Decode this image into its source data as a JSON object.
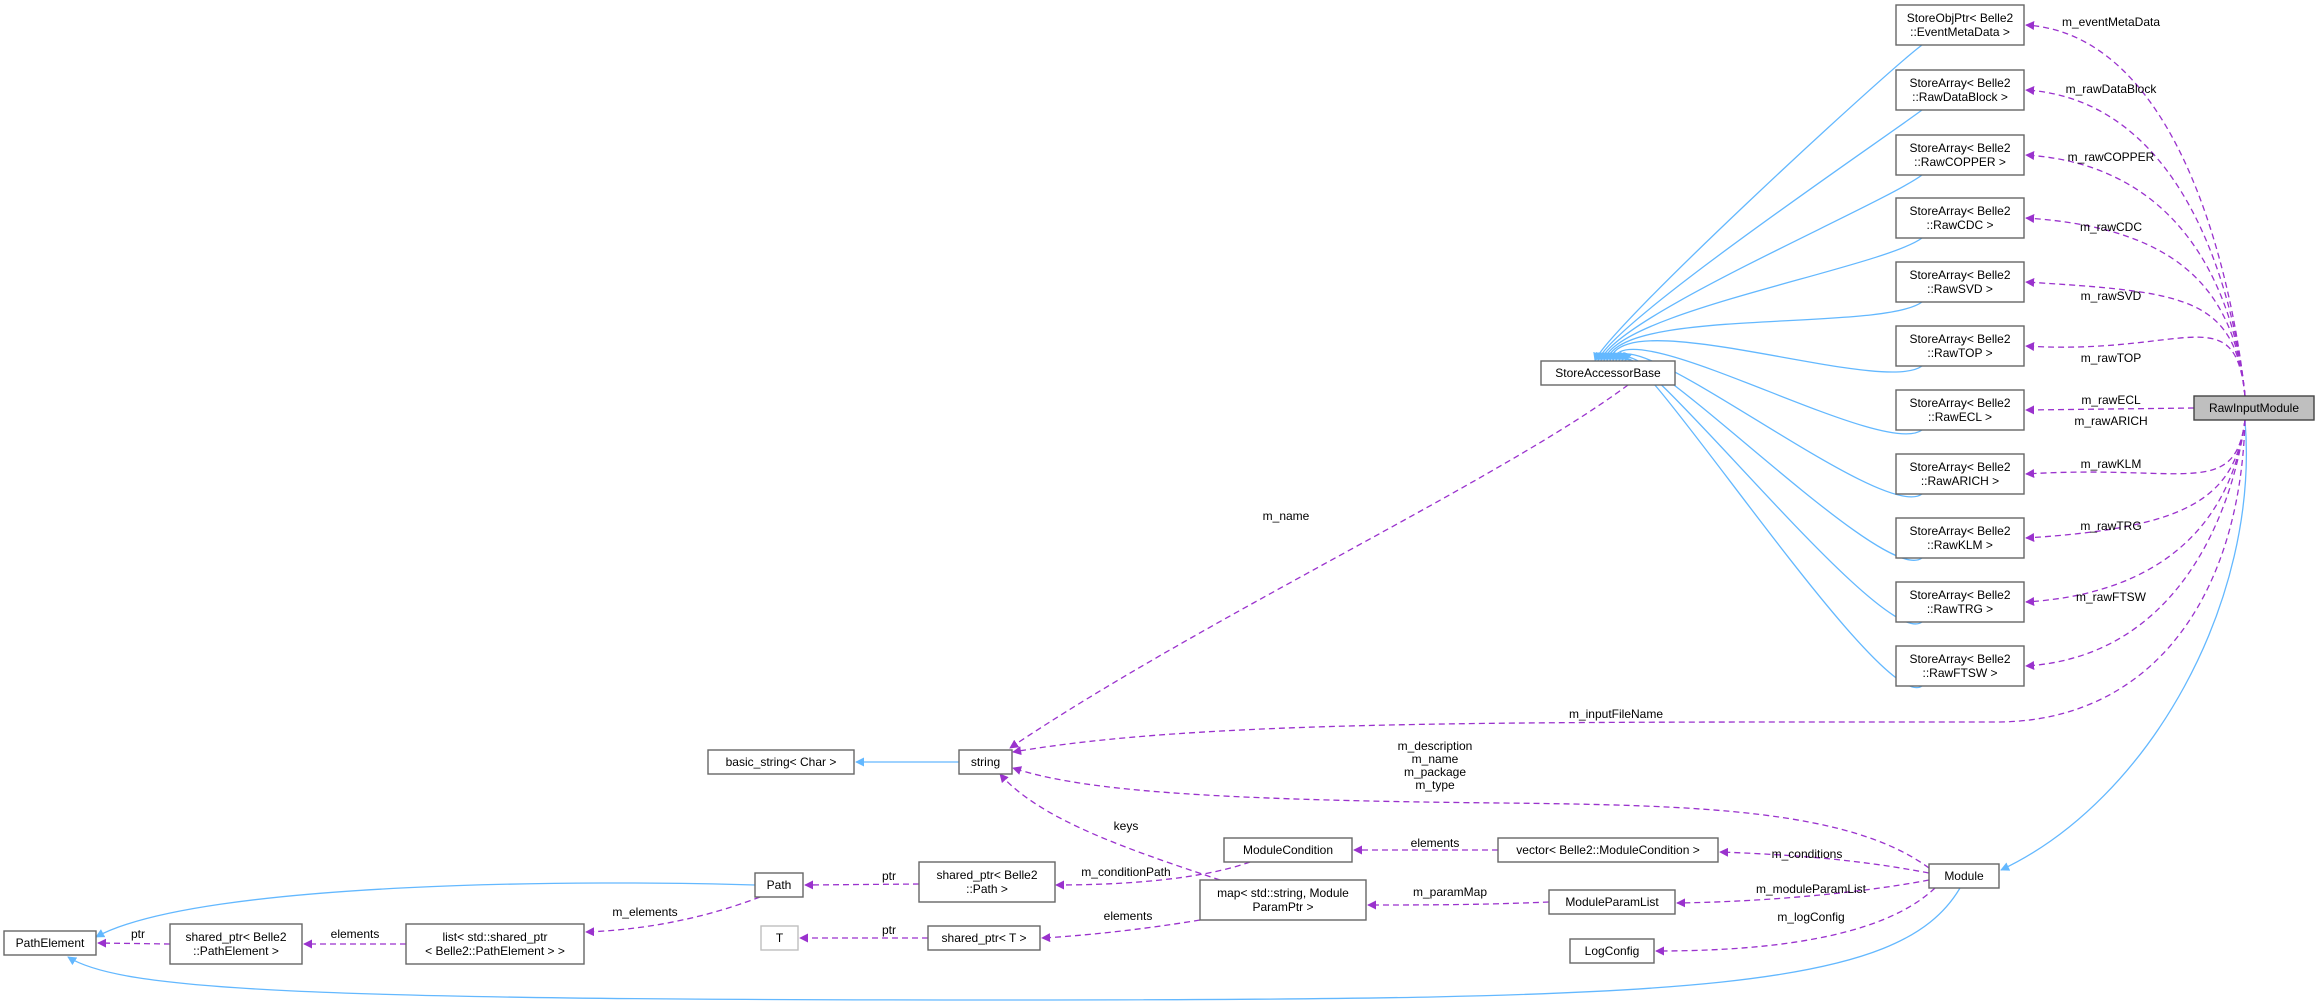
{
  "colors": {
    "inheritance": "#63b8ff",
    "usage": "#9a32cd",
    "focus_fill": "#bfbfbf",
    "box_stroke": "#666666"
  },
  "nodes": {
    "raw_input_module": [
      "RawInputModule"
    ],
    "store_event_meta": [
      "StoreObjPtr< Belle2",
      "::EventMetaData >"
    ],
    "store_raw_data_block": [
      "StoreArray< Belle2",
      "::RawDataBlock >"
    ],
    "store_raw_copper": [
      "StoreArray< Belle2",
      "::RawCOPPER >"
    ],
    "store_raw_cdc": [
      "StoreArray< Belle2",
      "::RawCDC >"
    ],
    "store_raw_svd": [
      "StoreArray< Belle2",
      "::RawSVD >"
    ],
    "store_raw_top": [
      "StoreArray< Belle2",
      "::RawTOP >"
    ],
    "store_raw_ecl": [
      "StoreArray< Belle2",
      "::RawECL >"
    ],
    "store_raw_arich": [
      "StoreArray< Belle2",
      "::RawARICH >"
    ],
    "store_raw_klm": [
      "StoreArray< Belle2",
      "::RawKLM >"
    ],
    "store_raw_trg": [
      "StoreArray< Belle2",
      "::RawTRG >"
    ],
    "store_raw_ftsw": [
      "StoreArray< Belle2",
      "::RawFTSW >"
    ],
    "store_accessor_base": [
      "StoreAccessorBase"
    ],
    "basic_string": [
      "basic_string< Char >"
    ],
    "string": [
      "string"
    ],
    "module": [
      "Module"
    ],
    "module_condition": [
      "ModuleCondition"
    ],
    "vector_module_condition": [
      "vector< Belle2::ModuleCondition >"
    ],
    "module_param_list": [
      "ModuleParamList"
    ],
    "log_config": [
      "LogConfig"
    ],
    "map_param": [
      "map< std::string, Module",
      "ParamPtr >"
    ],
    "shared_ptr_path": [
      "shared_ptr< Belle2",
      "::Path >"
    ],
    "path": [
      "Path"
    ],
    "shared_ptr_t": [
      "shared_ptr< T >"
    ],
    "t": [
      "T"
    ],
    "list_path_element": [
      "list< std::shared_ptr",
      "< Belle2::PathElement > >"
    ],
    "shared_ptr_path_element": [
      "shared_ptr< Belle2",
      "::PathElement >"
    ],
    "path_element": [
      "PathElement"
    ]
  },
  "edge_labels": {
    "m_eventMetaData": [
      "m_eventMetaData"
    ],
    "m_rawDataBlock": [
      "m_rawDataBlock"
    ],
    "m_rawCOPPER": [
      "m_rawCOPPER"
    ],
    "m_rawCDC": [
      "m_rawCDC"
    ],
    "m_rawSVD": [
      "m_rawSVD"
    ],
    "m_rawTOP": [
      "m_rawTOP"
    ],
    "m_rawECL": [
      "m_rawECL"
    ],
    "m_rawARICH": [
      "m_rawARICH"
    ],
    "m_rawKLM": [
      "m_rawKLM"
    ],
    "m_rawTRG": [
      "m_rawTRG"
    ],
    "m_rawFTSW": [
      "m_rawFTSW"
    ],
    "m_name": [
      "m_name"
    ],
    "m_inputFileName": [
      "m_inputFileName"
    ],
    "module_strings": [
      "m_description",
      "m_name",
      "m_package",
      "m_type"
    ],
    "keys": [
      "keys"
    ],
    "elements_cond": [
      "elements"
    ],
    "m_conditions": [
      "m_conditions"
    ],
    "m_conditionPath": [
      "m_conditionPath"
    ],
    "ptr_path": [
      "ptr"
    ],
    "m_paramMap": [
      "m_paramMap"
    ],
    "m_moduleParamList": [
      "m_moduleParamList"
    ],
    "m_logConfig": [
      "m_logConfig"
    ],
    "elements_map": [
      "elements"
    ],
    "ptr_t": [
      "ptr"
    ],
    "m_elements": [
      "m_elements"
    ],
    "elements_list": [
      "elements"
    ],
    "ptr_pe": [
      "ptr"
    ]
  }
}
